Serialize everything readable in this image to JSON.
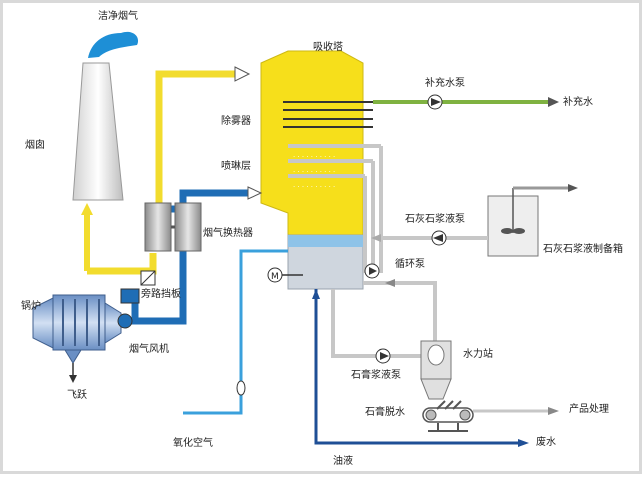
{
  "labels": {
    "clean_flue_gas": "洁净烟气",
    "absorber": "吸收塔",
    "makeup_pump": "补充水泵",
    "makeup_water": "补充水",
    "demister": "除雾器",
    "chimney": "烟囱",
    "spray_layer": "喷琳层",
    "limestone_pump": "石灰石浆液泵",
    "limestone_tank": "石灰石浆液制备箱",
    "gas_heat_exchanger": "烟气换热器",
    "circulation_pump": "循环泵",
    "boiler": "锅炉",
    "bypass_damper": "旁路挡板",
    "hydrocyclone": "水力站",
    "flue_fan": "烟气风机",
    "gypsum_pump": "石膏浆液泵",
    "fly_ash": "飞跃",
    "gypsum_dewatering": "石膏脱水",
    "product_processing": "产品处理",
    "oxidation_air": "氧化空气",
    "wastewater": "废水",
    "oil": "油液",
    "motor": "M"
  },
  "colors": {
    "raw_flue_gas": "#1f6db5",
    "clean_flue_gas": "#f2dc2e",
    "slurry": "#c7c7c7",
    "makeup_water": "#7fb241",
    "tower": "#f6df1b",
    "oxidation_air": "#3aa0dc"
  }
}
